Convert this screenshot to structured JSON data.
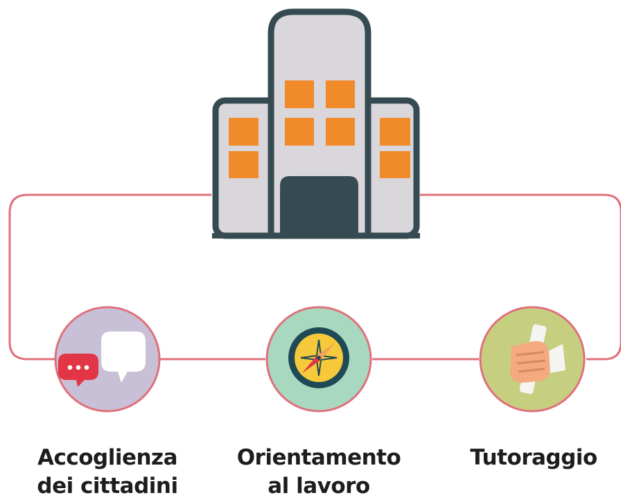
{
  "colors": {
    "connector": "#e0707c",
    "building_outline": "#364b51",
    "building_body": "#d9d7dc",
    "window": "#f08a2a",
    "door": "#364b51",
    "circle_chat": "#c7c0d6",
    "circle_compass": "#a8d8c0",
    "circle_tutor": "#c6cf80",
    "chat_bubble_red": "#e23545",
    "compass_face": "#f6c93a",
    "compass_ring": "#1f4a55",
    "skin": "#f4a97e"
  },
  "icons": {
    "building": "building-icon",
    "chat": "chat-bubbles-icon",
    "compass": "compass-icon",
    "handshake": "hand-holding-diploma-icon"
  },
  "nodes": [
    {
      "id": "accoglienza",
      "icon": "chat-bubbles-icon",
      "label_line1": "Accoglienza",
      "label_line2": "dei cittadini"
    },
    {
      "id": "orientamento",
      "icon": "compass-icon",
      "label_line1": "Orientamento",
      "label_line2": "al lavoro"
    },
    {
      "id": "tutoraggio",
      "icon": "hand-holding-diploma-icon",
      "label_line1": "Tutoraggio",
      "label_line2": ""
    }
  ]
}
